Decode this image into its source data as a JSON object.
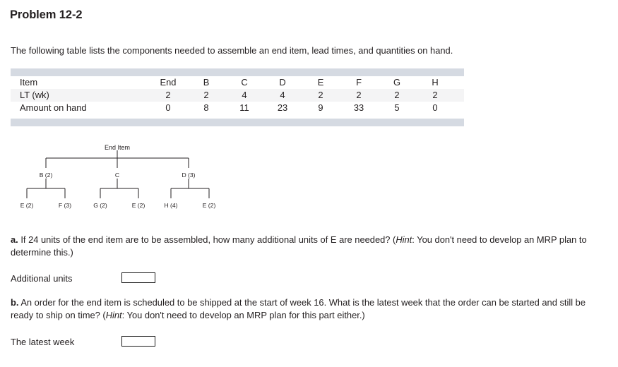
{
  "page_title": "Problem 12-2",
  "intro": "The following table lists the components needed to assemble an end item, lead times, and quantities on hand.",
  "table": {
    "row_labels": [
      "Item",
      "LT (wk)",
      "Amount on hand"
    ],
    "items": [
      "End",
      "B",
      "C",
      "D",
      "E",
      "F",
      "G",
      "H"
    ],
    "lead_times": [
      "2",
      "2",
      "4",
      "4",
      "2",
      "2",
      "2",
      "2"
    ],
    "amount_on_hand": [
      "0",
      "8",
      "11",
      "23",
      "9",
      "33",
      "5",
      "0"
    ],
    "band_color": "#d5dae2",
    "stripe_color": "#f4f4f5"
  },
  "tree": {
    "root": "End Item",
    "level1": [
      "B (2)",
      "C",
      "D (3)"
    ],
    "level2": [
      "E (2)",
      "F (3)",
      "G (2)",
      "E (2)",
      "H (4)",
      "E (2)"
    ],
    "line_color": "#231f20"
  },
  "question_a": {
    "marker": "a.",
    "text_before_hint": " If 24 units of the end item are to be assembled, how many additional units of E are needed? (",
    "hint_word": "Hint",
    "text_after_hint": ": You don't need to develop an MRP plan to determine this.)",
    "answer_label": "Additional units",
    "answer_value": "",
    "answer_placeholder": ""
  },
  "question_b": {
    "marker": "b.",
    "text_before_hint": " An order for the end item is scheduled to be shipped at the start of week 16. What is the latest week that the order can be started and still be ready to ship on time? (",
    "hint_word": "Hint",
    "text_after_hint": ": You don't need to develop an MRP plan for this part either.)",
    "answer_label": "The latest week",
    "answer_value": "",
    "answer_placeholder": ""
  }
}
